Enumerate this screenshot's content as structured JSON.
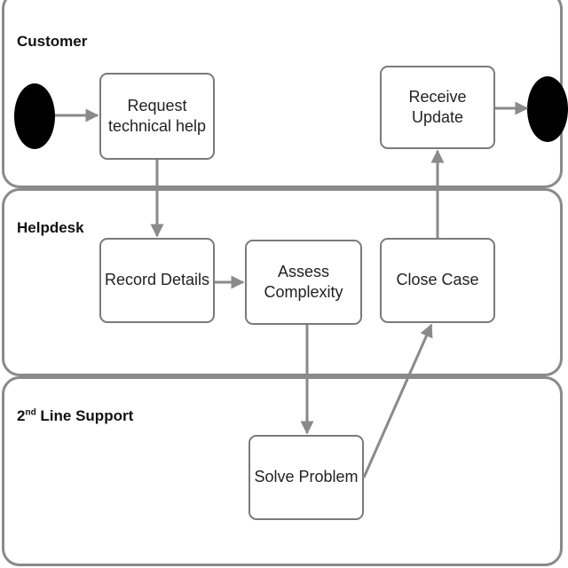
{
  "lanes": [
    {
      "id": "customer",
      "title": "Customer"
    },
    {
      "id": "helpdesk",
      "title": "Helpdesk"
    },
    {
      "id": "support",
      "title_number": "2",
      "title_sup": "nd",
      "title_rest": " Line Support"
    }
  ],
  "activities": {
    "request_help": "Request\ntechnical help",
    "receive_update": "Receive\nUpdate",
    "record_details": "Record Details",
    "assess_complexity": "Assess\nComplexity",
    "close_case": "Close Case",
    "solve_problem": "Solve Problem"
  },
  "colors": {
    "border": "#8a8a8a",
    "arrow": "#8a8a8a",
    "node": "#000000"
  }
}
